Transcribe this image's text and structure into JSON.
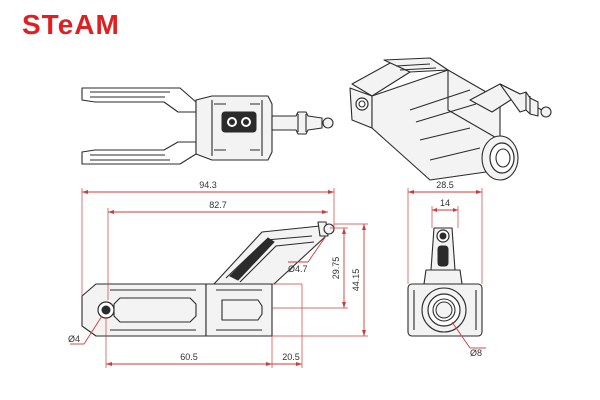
{
  "brand": {
    "logo_text": "STeAM",
    "logo_color": "#e02020"
  },
  "colors": {
    "dimension_line": "#d13a3a",
    "outline": "#2b2b2b",
    "text": "#333333"
  },
  "side_view": {
    "overall_length": "94.3",
    "arm_length": "82.7",
    "height_upper": "29.75",
    "height_total": "44.15",
    "base_length": "60.5",
    "offset": "20.5",
    "hole_small": "Ø4",
    "hole_ball": "Ø4.7"
  },
  "end_view": {
    "overall_width": "28.5",
    "arm_width": "14",
    "bore": "Ø8"
  }
}
